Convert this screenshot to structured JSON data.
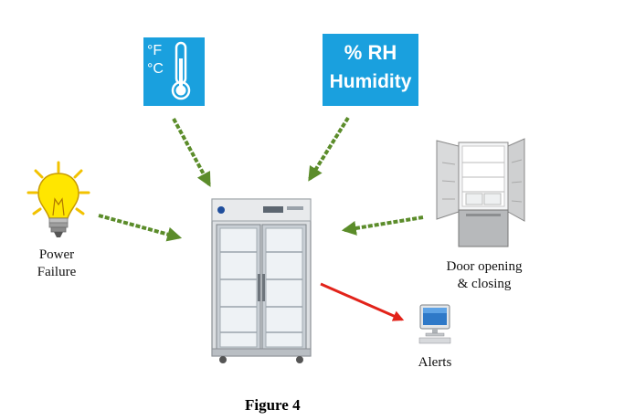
{
  "temperature_tile": {
    "unit_f": "°F",
    "unit_c": "°C",
    "icon": "thermometer-icon",
    "color": "#1aa0de"
  },
  "humidity_tile": {
    "line1": "% RH",
    "line2": "Humidity",
    "color": "#1aa0de"
  },
  "power": {
    "label_line1": "Power",
    "label_line2": "Failure",
    "icon": "lightbulb-icon"
  },
  "door": {
    "label_line1": "Door opening",
    "label_line2": "& closing",
    "icon": "open-refrigerator-icon"
  },
  "alerts": {
    "label": "Alerts",
    "icon": "computer-monitor-icon"
  },
  "center": {
    "icon": "laboratory-refrigerator-icon"
  },
  "arrows": {
    "input_color": "#5b8c2a",
    "alert_color": "#e2231a"
  },
  "figure": {
    "caption": "Figure 4"
  }
}
